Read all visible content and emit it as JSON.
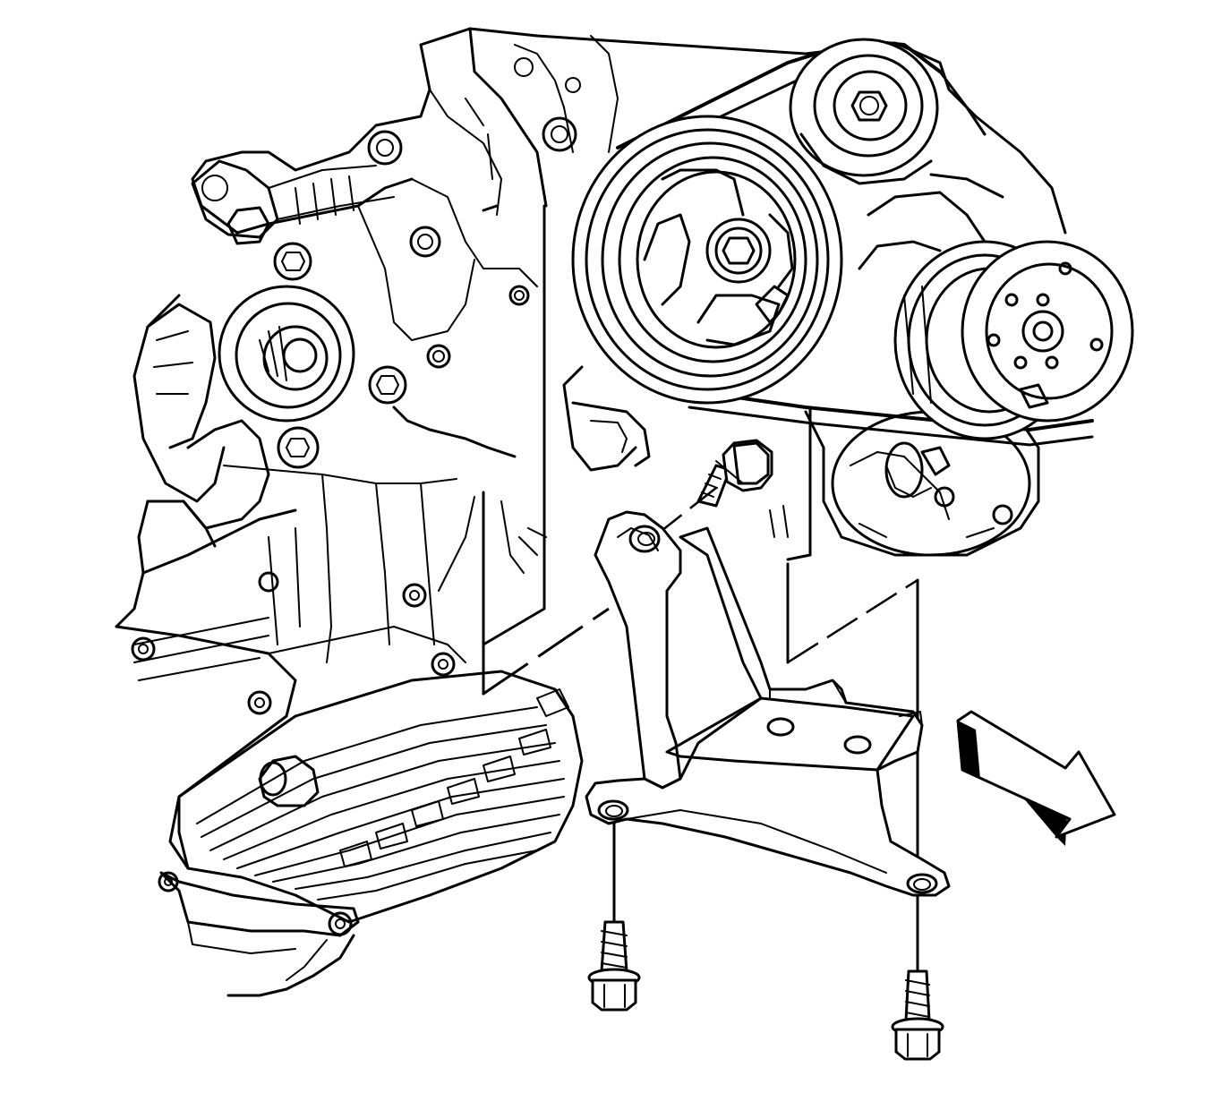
{
  "diagram": {
    "style": "line-art",
    "colors": {
      "line": "#000000",
      "background": "#ffffff",
      "arrow_shade": "#000000"
    },
    "components": [
      "engine-block",
      "crankshaft-pulley",
      "idler-pulley",
      "ac-compressor",
      "drive-belt",
      "mounting-bracket",
      "bracket-bolt-top",
      "bracket-bolt-bottom-left",
      "bracket-bolt-bottom-right",
      "oil-pan",
      "direction-arrow"
    ]
  }
}
